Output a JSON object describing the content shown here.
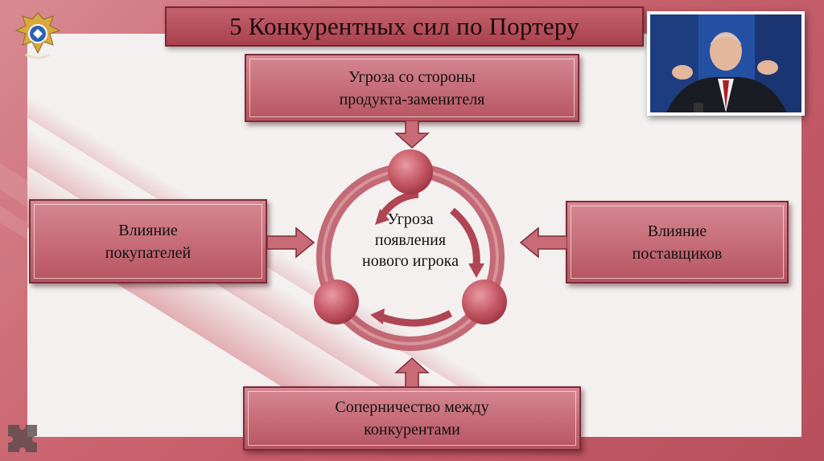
{
  "slide": {
    "title": "5 Конкурентных сил по Портеру"
  },
  "diagram": {
    "center": "Угроза\nпоявления\nнового игрока",
    "top": "Угроза со стороны\nпродукта-заменителя",
    "left": "Влияние\nпокупателей",
    "right": "Влияние\nпоставщиков",
    "bottom": "Соперничество между\nконкурентами"
  },
  "colors": {
    "frame": "#c96a74",
    "box_fill": "#c56b76",
    "box_border": "#7d2c36",
    "cycle": "#c0505e",
    "content_bg": "#f4f0f0"
  },
  "icons": [
    "emblem-icon",
    "photo-portrait",
    "puzzle-icon"
  ]
}
